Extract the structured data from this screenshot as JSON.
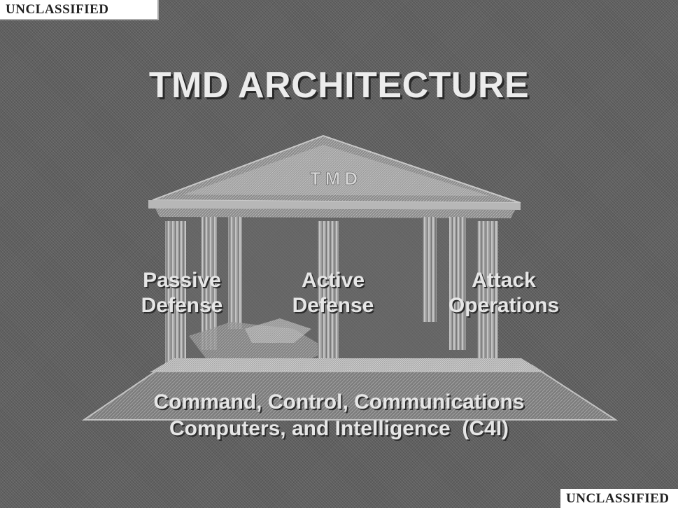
{
  "classification": {
    "top": "UNCLASSIFIED",
    "bottom": "UNCLASSIFIED"
  },
  "title": "TMD ARCHITECTURE",
  "pediment_text": "TMD",
  "pillars": [
    {
      "line1": "Passive",
      "line2": "Defense"
    },
    {
      "line1": "Active",
      "line2": "Defense"
    },
    {
      "line1": "Attack",
      "line2": "Operations"
    }
  ],
  "foundation": {
    "line1": "Command, Control, Communications",
    "line2": "Computers, and Intelligence  (C4I)"
  }
}
